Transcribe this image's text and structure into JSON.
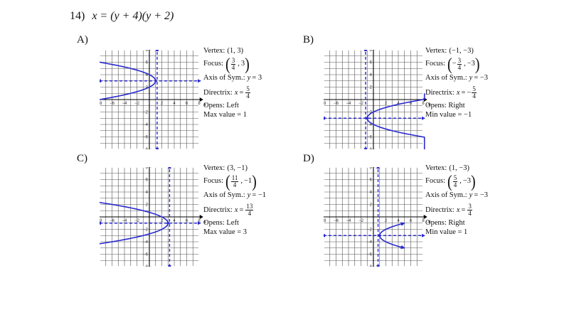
{
  "question": {
    "number": "14)",
    "equation": "x = (y + 4)(y + 2)"
  },
  "options": [
    {
      "letter": "A)",
      "vertex_label": "Vertex:",
      "vertex": "(1, 3)",
      "focus_label": "Focus:",
      "focus_num": "3",
      "focus_den": "4",
      "focus_y": "3",
      "focus_x_sign": "",
      "axis_label": "Axis of Sym.:",
      "axis_var": "y",
      "axis_value": "= 3",
      "directrix_label": "Directrix:",
      "directrix_var": "x",
      "directrix_eq": "=",
      "directrix_sign": "",
      "directrix_num": "5",
      "directrix_den": "4",
      "opens": "Opens: Left",
      "extreme": "Max value = 1",
      "graph": {
        "vertex": [
          1,
          3
        ],
        "p": -0.25,
        "y_range": [
          -1,
          7
        ]
      }
    },
    {
      "letter": "B)",
      "vertex_label": "Vertex:",
      "vertex": "(−1, −3)",
      "focus_label": "Focus:",
      "focus_num": "3",
      "focus_den": "4",
      "focus_y": "−3",
      "focus_x_sign": "−",
      "axis_label": "Axis of Sym.:",
      "axis_var": "y",
      "axis_value": "= −3",
      "directrix_label": "Directrix:",
      "directrix_var": "x",
      "directrix_eq": "=",
      "directrix_sign": "−",
      "directrix_num": "5",
      "directrix_den": "4",
      "opens": "Opens: Right",
      "extreme": "Min value = −1",
      "graph": {
        "vertex": [
          -1,
          -3
        ],
        "p": 0.25,
        "y_range": [
          -8,
          1
        ]
      }
    },
    {
      "letter": "C)",
      "vertex_label": "Vertex:",
      "vertex": "(3, −1)",
      "focus_label": "Focus:",
      "focus_num": "11",
      "focus_den": "4",
      "focus_y": "−1",
      "focus_x_sign": "",
      "axis_label": "Axis of Sym.:",
      "axis_var": "y",
      "axis_value": "= −1",
      "directrix_label": "Directrix:",
      "directrix_var": "x",
      "directrix_eq": "=",
      "directrix_sign": "",
      "directrix_num": "13",
      "directrix_den": "4",
      "opens": "Opens: Left",
      "extreme": "Max value = 3",
      "graph": {
        "vertex": [
          3,
          -1
        ],
        "p": -0.25,
        "y_range": [
          -5,
          3
        ]
      }
    },
    {
      "letter": "D)",
      "vertex_label": "Vertex:",
      "vertex": "(1, −3)",
      "focus_label": "Focus:",
      "focus_num": "5",
      "focus_den": "4",
      "focus_y": "−3",
      "focus_x_sign": "",
      "axis_label": "Axis of Sym.:",
      "axis_var": "y",
      "axis_value": "= −3",
      "directrix_label": "Directrix:",
      "directrix_var": "x",
      "directrix_eq": "=",
      "directrix_sign": "",
      "directrix_num": "3",
      "directrix_den": "4",
      "opens": "Opens: Right",
      "extreme": "Min value = 1",
      "graph": {
        "vertex": [
          1,
          -3
        ],
        "p": 0.25,
        "y_range": [
          -5,
          -1
        ]
      }
    }
  ],
  "graph_axes": {
    "x_label": "x",
    "y_label": "y",
    "min": -8,
    "max": 8,
    "x_ticks": [
      "−8",
      "−6",
      "−4",
      "−2",
      "2",
      "4",
      "6",
      "8"
    ],
    "y_ticks": [
      "8",
      "6",
      "4",
      "2",
      "−2",
      "−4",
      "−6",
      "−8"
    ]
  },
  "colors": {
    "curve": "#2a2ad0",
    "grid": "#555555",
    "axis": "#000000"
  }
}
